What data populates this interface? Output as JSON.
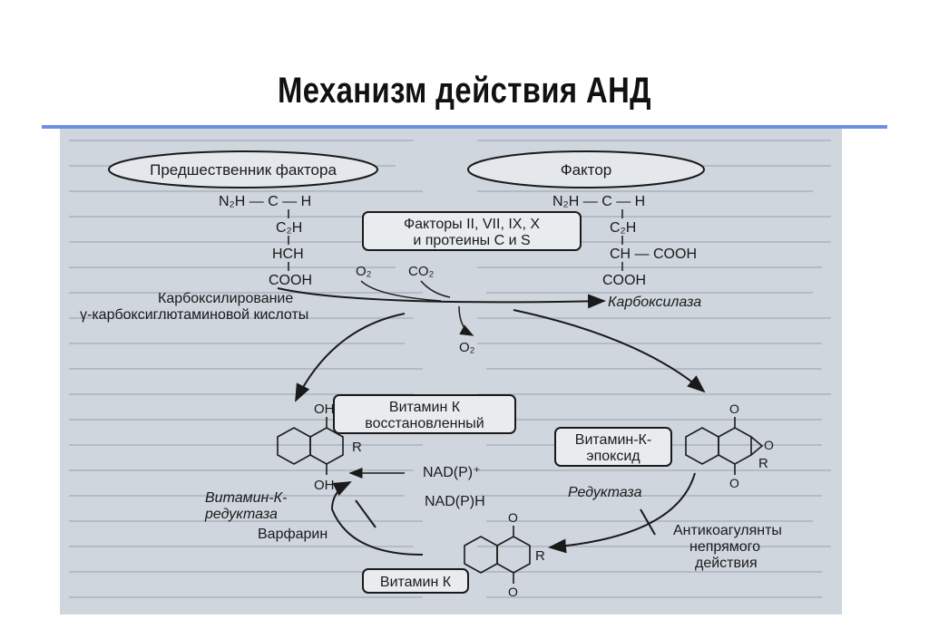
{
  "slide": {
    "title": "Механизм действия АНД"
  },
  "diagram": {
    "precursor_label": "Предшественник фактора",
    "factor_label": "Фактор",
    "factors_box": [
      "Факторы II, VII, IX, X",
      "и протеины С и S"
    ],
    "precursor_formula": {
      "line1": "N₂H — C — H",
      "line2": "C₂H",
      "line3": "HCH",
      "line4": "COOH"
    },
    "factor_formula": {
      "line1": "N₂H — C — H",
      "line2": "C₂H",
      "line3": "CH — COOH",
      "line4": "COOH"
    },
    "o2_label": "O₂",
    "co2_label": "CO₂",
    "o2_out_label": "O₂",
    "carboxylation_label": [
      "Карбоксилирование",
      "γ-карбоксиглютаминовой кислоты"
    ],
    "carboxylase_label": "Карбоксилаза",
    "vitk_reduced_box": [
      "Витамин К",
      "восстановленный"
    ],
    "vitk_epoxide_box": [
      "Витамин-К-",
      "эпоксид"
    ],
    "vitk_box": "Витамин К",
    "reductase_k_label": [
      "Витамин-К-",
      "редуктаза"
    ],
    "reductase_label": "Редуктаза",
    "warfarin_label": "Варфарин",
    "nadp_plus_label": "NAD(P)⁺",
    "nadph_label": "NAD(P)H",
    "anticoagulants_label": [
      "Антикоагулянты",
      "непрямого",
      "действия"
    ],
    "oh_top": "OH",
    "oh_bottom": "OH",
    "r_label": "R",
    "r_label_epoxide": "R",
    "r_label_vitk": "R",
    "o_labels": [
      "O",
      "O",
      "O"
    ]
  },
  "colors": {
    "accent_rule": "#6d8fe0",
    "panel_bg": "#cfd6dd",
    "ink": "#1a1a1a"
  }
}
